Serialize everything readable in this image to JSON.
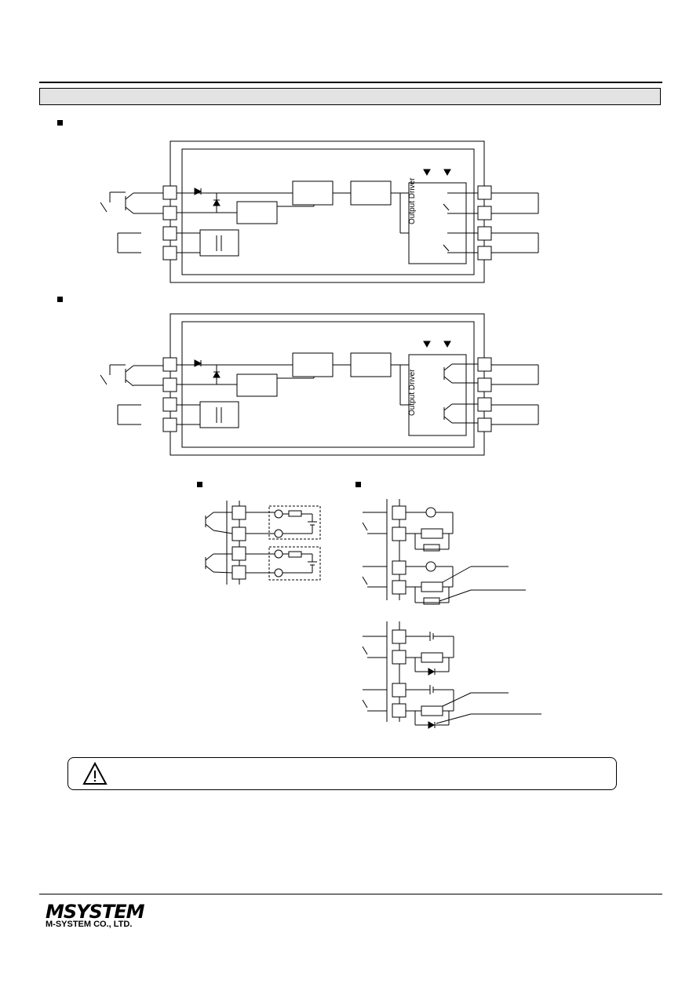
{
  "block_labels": {
    "output_driver": "Output Driver"
  },
  "logo": {
    "mark": "MSYSTEM",
    "company": "M-SYSTEM CO., LTD."
  }
}
